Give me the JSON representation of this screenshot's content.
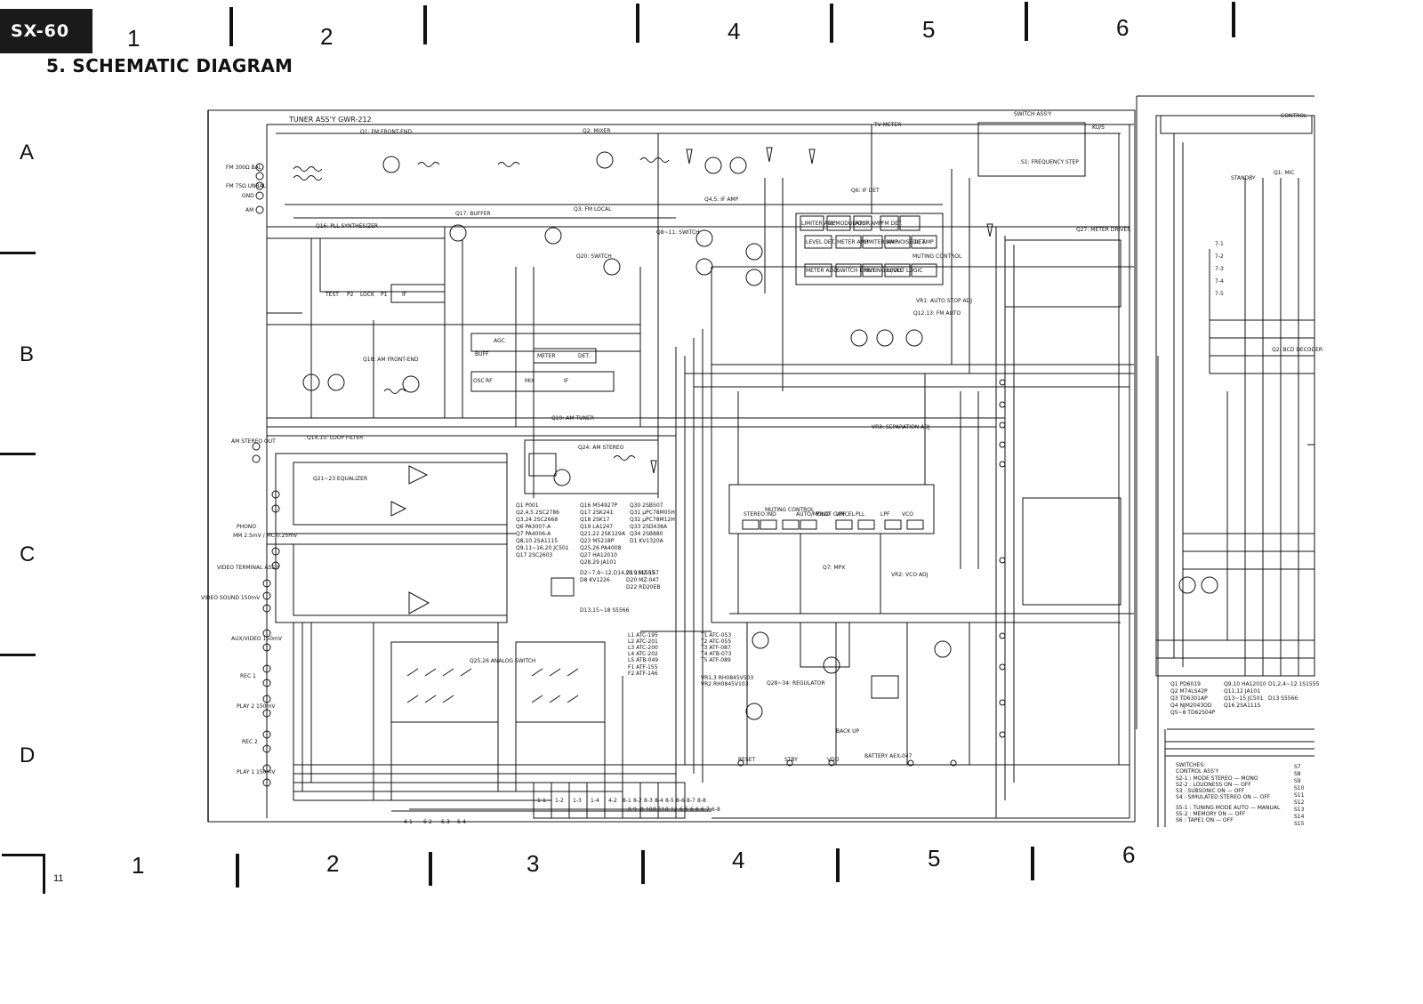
{
  "header": {
    "model": "SX-60",
    "title": "5. SCHEMATIC DIAGRAM",
    "page_number": "11"
  },
  "columns_top": [
    "1",
    "2",
    "",
    "4",
    "5",
    "6"
  ],
  "columns_bottom": [
    "1",
    "2",
    "3",
    "4",
    "5",
    "6"
  ],
  "rows": [
    "A",
    "B",
    "C",
    "D"
  ],
  "tuner": {
    "assy": "TUNER ASS'Y  GWR-212",
    "stages": {
      "fm_front_end": "Q1: FM FRONT-END",
      "mixer": "Q2: MIXER",
      "fm_local": "Q3: FM LOCAL",
      "buffer": "Q17: BUFFER",
      "pll": "Q16: PLL SYNTHESIZER",
      "am_front_end": "Q18: AM FRONT-END",
      "loop_filter": "Q14,15: LOOP FILTER",
      "am_tuner": "Q19: AM TUNER",
      "am_stereo": "Q24: AM STEREO",
      "switch": "Q20: SWITCH",
      "if_amp": "Q4,5: IF AMP",
      "q8_switch": "Q8~11: SWITCH",
      "if_det": "Q6: IF DET",
      "fm_auto": "Q12,13: FM AUTO",
      "meter_driver": "Q27: METER DRIVER",
      "mpx": "Q7: MPX",
      "regulator": "Q28~34: REGULATOR",
      "equalizer": "Q21~23 EQUALIZER",
      "analog_switch": "Q25,26 ANALOG SWITCH",
      "bcd_decoder": "Q2: BCD DECODER",
      "micro": "Q1: MIC"
    },
    "if_blocks": [
      "LIMITER AMP",
      "DEMODULATOR",
      "POST AMP",
      "FM DET.",
      "LEVEL DET.",
      "METER AMP",
      "LIMITER AMP",
      "SW NOISE DET.",
      "DC AMP",
      "MUTING CONTROL",
      "METER ADD.",
      "SWITCH DRIVE",
      "MUTING LEVEL",
      "IN/OUT LOGIC"
    ],
    "pll_pins": [
      "TEST",
      "P2",
      "LOCK",
      "P1",
      "IF"
    ],
    "mpx_blocks": [
      "STEREO IND",
      "MUTING CONTROL",
      "AUTO/MONO",
      "PILOT CANCEL",
      "LPF",
      "PLL",
      "LPF",
      "VCO"
    ],
    "am_blocks": [
      "BUFF",
      "RF",
      "MIX",
      "IF",
      "OSC",
      "METER",
      "DET.",
      "AGC"
    ],
    "antenna": [
      "FM 300Ω BAL",
      "FM 75Ω UNBAL",
      "GND",
      "AM"
    ],
    "misc_labels": [
      "TV METER",
      "SWITCH ASS'Y",
      "S1: FREQUENCY STEP",
      "VR1: AUTO STOP ADJ",
      "VR3: SEPARATION ADJ",
      "VR2: VCO ADJ",
      "BATTERY AEX-047",
      "BACK UP",
      "RESET",
      "STBY",
      "VDD",
      "CONTROL",
      "STANDBY",
      "KU/S"
    ]
  },
  "io_jacks": [
    {
      "label": "AM STEREO OUT"
    },
    {
      "label": "PHONO"
    },
    {
      "label": "MM 2.5mV / MC 0.25mV"
    },
    {
      "label": "VIDEO TERMINAL ASS'Y"
    },
    {
      "label": "VIDEO SOUND 150mV"
    },
    {
      "label": "AUX/VIDEO 150mV"
    },
    {
      "label": "REC 1"
    },
    {
      "label": "PLAY 2 150mV"
    },
    {
      "label": "REC 2"
    },
    {
      "label": "PLAY 1 150mV"
    }
  ],
  "parts_list": [
    "Q1  P001",
    "Q2,4,5  2SC2786",
    "Q3,24  2SC2668",
    "Q6  PA3007-A",
    "Q7  PA4006-A",
    "Q8,10  2SA1115",
    "Q9,11~16,20  JC501",
    "Q17  2SC2603",
    "Q16  M54927P",
    "Q17  2SK241",
    "Q18  2SK17",
    "Q19  LA1247",
    "Q21,22  2SK129A",
    "Q23  M5218P",
    "Q25,26  PA4008",
    "Q27  HA12010",
    "Q28,29  JA101",
    "Q30  2SB507",
    "Q31  μPC78M05H",
    "Q32  μPC78M12H",
    "Q33  2SD438A",
    "Q34  2SB880",
    "D1  KV1320A",
    "D2~7,9~12,D14,21  1S1555",
    "D8  KV1226",
    "D13,15~18  S5566",
    "D19  MZ-157",
    "D20  MZ-047",
    "D22  RD20EB"
  ],
  "coil_list": [
    "L1  ATC-195",
    "L2  ATC-201",
    "L3  ATC-200",
    "L4  ATC-202",
    "L5  ATB-049",
    "T1  ATC-053",
    "T2  ATC-055",
    "T3  ATF-087",
    "T4  ATB-073",
    "T5  ATF-089",
    "VR1,3  RH0845V503",
    "VR2  RH0845V103",
    "F1  ATF-155",
    "F2  ATF-146"
  ],
  "control_semis": [
    "Q1  PD6019",
    "Q2  M74LS42P",
    "Q3  TD6301AP",
    "Q4  NJM2043OD",
    "Q5~8  TD62504P",
    "Q9,10  HA12010",
    "Q11,12  JA101",
    "Q13~15  JC501",
    "Q16  2SA1115",
    "D1,2,4~12  1S1555",
    "D13  S5566"
  ],
  "switches": {
    "header": "SWITCHES:",
    "subheader": "CONTROL ASS'Y",
    "items": [
      "S2-1 : MODE  STEREO — MONO",
      "S2-2 : LOUDNESS  ON — OFF",
      "S3 : SUBSONIC  ON — OFF",
      "S4 : SIMULATED  STEREO ON — OFF",
      "S5-1 : TUNING MODE  AUTO — MANUAL",
      "S5-2 : MEMORY  ON — OFF",
      "S6 : TAPE1  ON — OFF"
    ],
    "extra": [
      "S7",
      "S8",
      "S9",
      "S10",
      "S11",
      "S12",
      "S13",
      "S14",
      "S15"
    ]
  },
  "connector_pins": [
    "4-1",
    "6-2",
    "6-3",
    "6-4",
    "1-1",
    "1-2",
    "1-3",
    "1-4",
    "4-2",
    "7-1",
    "7-2",
    "7-3",
    "7-4",
    "7-5",
    "8-1",
    "8-2",
    "8-3",
    "8-4",
    "8-5",
    "8-6",
    "8-7",
    "8-8",
    "8-9",
    "8-10",
    "8-11",
    "8-12",
    "6-5",
    "6-6",
    "6-7",
    "6-8"
  ],
  "colors": {
    "ink": "#111111",
    "paper": "#ffffff",
    "badge": "#1a1a1a"
  }
}
